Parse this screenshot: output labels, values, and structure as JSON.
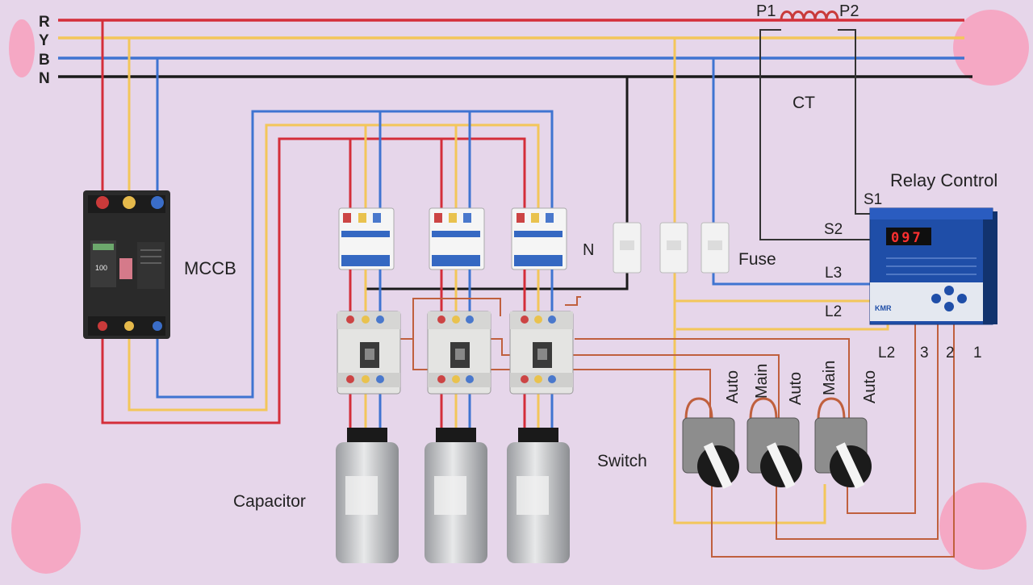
{
  "bus_labels": {
    "r": "R",
    "y": "Y",
    "b": "B",
    "n": "N"
  },
  "ct": {
    "p1": "P1",
    "p2": "P2",
    "label": "CT"
  },
  "labels": {
    "mccb": "MCCB",
    "capacitor": "Capacitor",
    "switch": "Switch",
    "fuse": "Fuse",
    "neutral": "N"
  },
  "relay": {
    "title": "Relay Control",
    "display": "097",
    "brand": "KMR",
    "terminals": {
      "s1": "S1",
      "s2": "S2",
      "l3": "L3",
      "l2": "L2"
    },
    "bottom_terminals": {
      "l2": "L2",
      "t3": "3",
      "t2": "2",
      "t1": "1"
    }
  },
  "switch_labels": [
    "Auto",
    "Main",
    "Auto",
    "Main",
    "Auto"
  ],
  "mccb_rating": "100",
  "colors": {
    "red": "#d42e3a",
    "yellow": "#f3c65a",
    "blue": "#3f74d1",
    "black": "#1a1a1a",
    "brown": "#c0603e",
    "background": "#e6d6ea",
    "corner_circle": "#f5a8c4"
  }
}
